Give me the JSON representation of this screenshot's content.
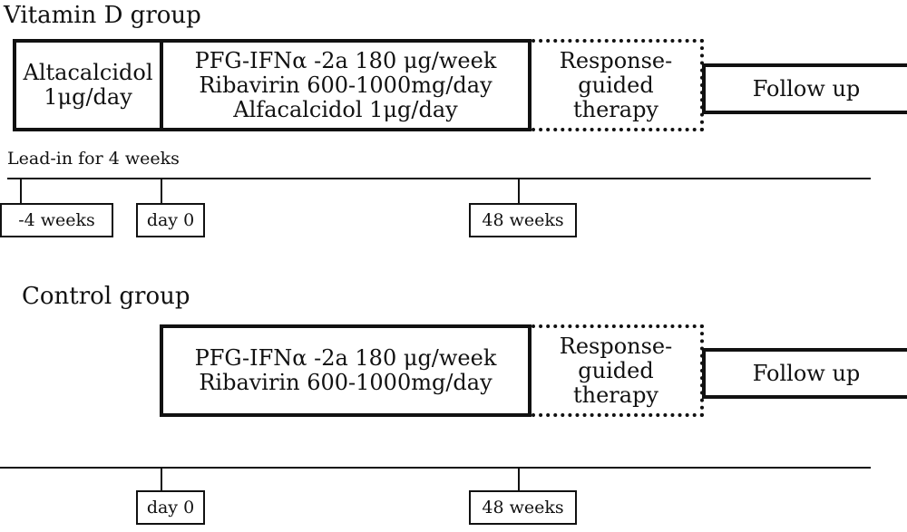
{
  "vitamin_d": {
    "title": "Vitamin D group",
    "lead_box": [
      "Altacalcidol",
      "1μg/day"
    ],
    "main_box": [
      "PFG-IFNα -2a 180  μg/week",
      "Ribavirin 600-1000mg/day",
      "Alfacalcidol 1μg/day"
    ],
    "response_box": [
      "Response-",
      "guided",
      "therapy"
    ],
    "follow_box": "Follow up",
    "lead_in_label": "Lead-in for 4 weeks",
    "markers": [
      "-4 weeks",
      "day 0",
      "48 weeks"
    ]
  },
  "control": {
    "title": "Control group",
    "main_box": [
      "PFG-IFNα -2a 180  μg/week",
      "Ribavirin 600-1000mg/day"
    ],
    "response_box": [
      "Response-",
      "guided",
      "therapy"
    ],
    "follow_box": "Follow up",
    "markers": [
      "day 0",
      "48 weeks"
    ]
  }
}
